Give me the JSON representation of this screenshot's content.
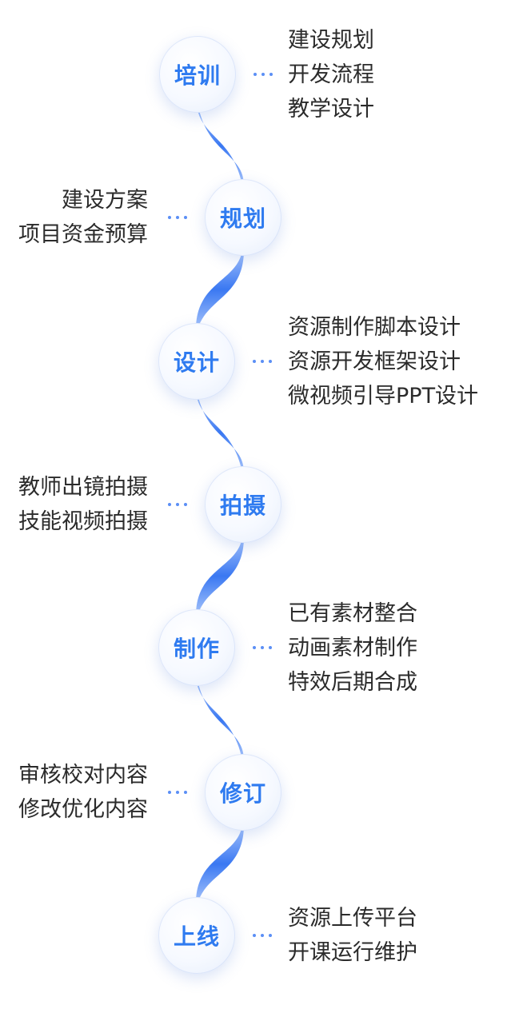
{
  "theme": {
    "accent": "#2f7bf0",
    "connector_light": "#a9c6fb",
    "connector_dark": "#2d6cf0",
    "text": "#2b2b2b"
  },
  "steps": [
    {
      "label": "培训",
      "side": "right",
      "items": [
        "建设规划",
        "开发流程",
        "教学设计"
      ]
    },
    {
      "label": "规划",
      "side": "left",
      "items": [
        "建设方案",
        "项目资金预算"
      ]
    },
    {
      "label": "设计",
      "side": "right",
      "items": [
        "资源制作脚本设计",
        "资源开发框架设计",
        "微视频引导PPT设计"
      ]
    },
    {
      "label": "拍摄",
      "side": "left",
      "items": [
        "教师出镜拍摄",
        "技能视频拍摄"
      ]
    },
    {
      "label": "制作",
      "side": "right",
      "items": [
        "已有素材整合",
        "动画素材制作",
        "特效后期合成"
      ]
    },
    {
      "label": "修订",
      "side": "left",
      "items": [
        "审核校对内容",
        "修改优化内容"
      ]
    },
    {
      "label": "上线",
      "side": "right",
      "items": [
        "资源上传平台",
        "开课运行维护"
      ]
    }
  ]
}
